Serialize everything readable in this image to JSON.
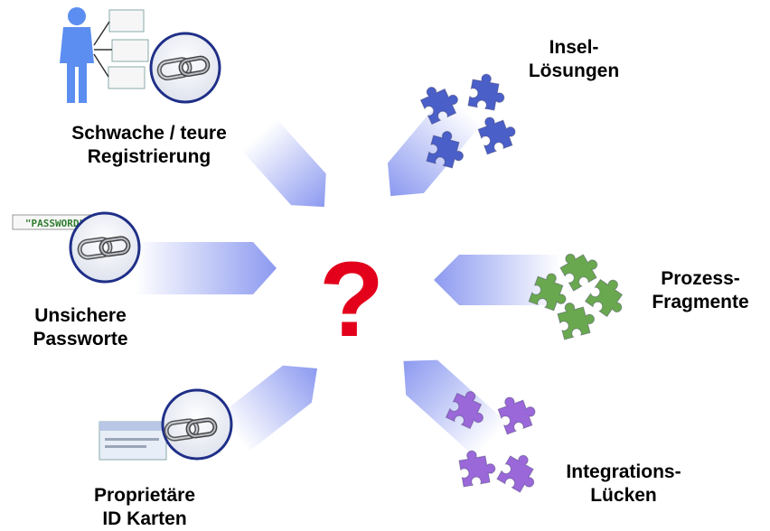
{
  "center": {
    "symbol": "?",
    "color": "#e3001b"
  },
  "arrow_gradient": {
    "light": "#ffffff",
    "dark": "#8c9af0"
  },
  "password_tag": "\"PASSWORD\"",
  "items": [
    {
      "id": "registration",
      "lines": [
        "Schwache / teure",
        "Registrierung"
      ],
      "icon": "person-with-documents-chain-icon"
    },
    {
      "id": "passwords",
      "lines": [
        "Unsichere",
        "Passworte"
      ],
      "icon": "password-chain-icon"
    },
    {
      "id": "id-cards",
      "lines": [
        "Proprietäre",
        "ID Karten"
      ],
      "icon": "id-card-chain-icon"
    },
    {
      "id": "islands",
      "lines": [
        "Insel-",
        "Lösungen"
      ],
      "icon": "blue-puzzle-pieces-icon",
      "color": "#4a5fc8"
    },
    {
      "id": "process",
      "lines": [
        "Prozess-",
        "Fragmente"
      ],
      "icon": "green-puzzle-pieces-icon",
      "color": "#6aa84f"
    },
    {
      "id": "integration",
      "lines": [
        "Integrations-",
        "Lücken"
      ],
      "icon": "purple-puzzle-pieces-icon",
      "color": "#9a68d8"
    }
  ]
}
